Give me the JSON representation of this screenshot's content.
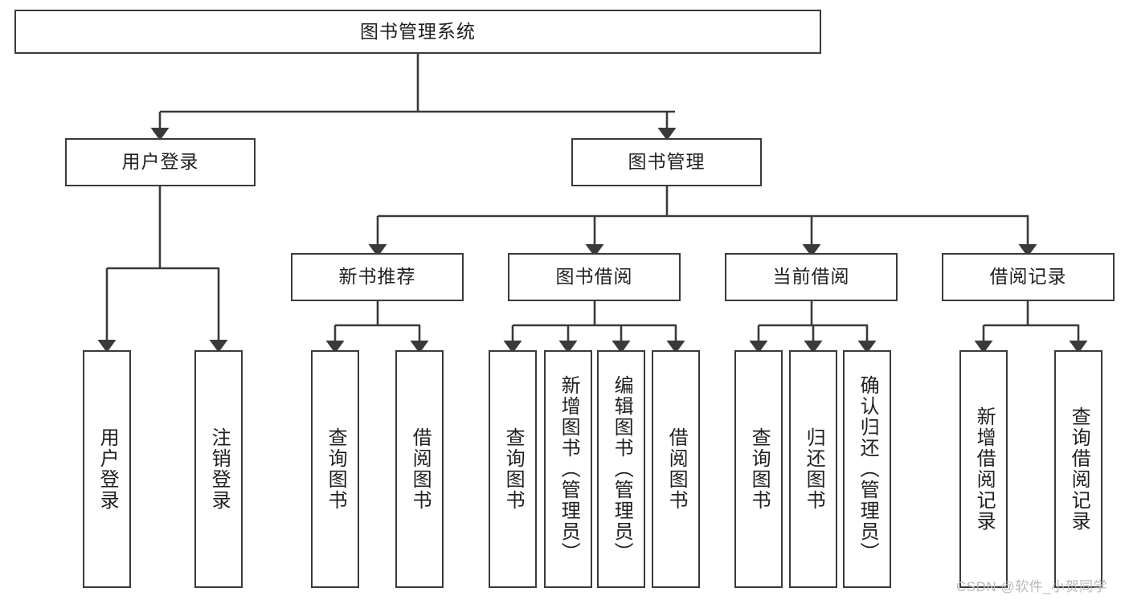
{
  "diagram": {
    "title_text": "图书管理系统",
    "root": {
      "label": "图书管理系统"
    },
    "level1": [
      {
        "label": "用户登录"
      },
      {
        "label": "图书管理"
      }
    ],
    "level2": [
      {
        "label": "新书推荐"
      },
      {
        "label": "图书借阅"
      },
      {
        "label": "当前借阅"
      },
      {
        "label": "借阅记录"
      }
    ],
    "leaves": {
      "user_login": [
        {
          "label": "用户登录"
        },
        {
          "label": "注销登录"
        }
      ],
      "new_book": [
        {
          "label": "查询图书"
        },
        {
          "label": "借阅图书"
        }
      ],
      "book_borrow": [
        {
          "label": "查询图书"
        },
        {
          "label": "新增图书（管理员）"
        },
        {
          "label": "编辑图书（管理员）"
        },
        {
          "label": "借阅图书"
        }
      ],
      "current_borrow": [
        {
          "label": "查询图书"
        },
        {
          "label": "归还图书"
        },
        {
          "label": "确认归还（管理员）"
        }
      ],
      "borrow_record": [
        {
          "label": "新增借阅记录"
        },
        {
          "label": "查询借阅记录"
        }
      ]
    }
  },
  "watermark": {
    "text": "CSDN @软件_小贺同学"
  },
  "colors": {
    "stroke": "#3a3a3a",
    "background": "#ffffff",
    "text": "#1f1f1f",
    "watermark": "#b9b9b9"
  }
}
